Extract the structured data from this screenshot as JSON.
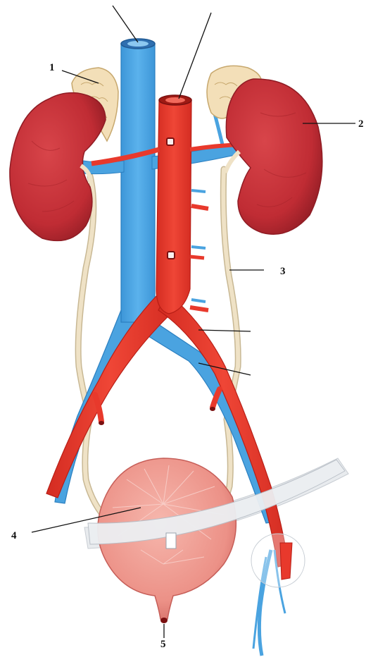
{
  "labels": {
    "l1": "1",
    "l2": "2",
    "l3": "3",
    "l4": "4",
    "l5": "5"
  },
  "colors": {
    "artery": "#e8392c",
    "artery_dark": "#b81e16",
    "vein": "#4aa3e0",
    "vein_dark": "#2b7fc0",
    "kidney": "#c9323a",
    "kidney_dark": "#9e1f28",
    "adrenal": "#f3dfb8",
    "ureter": "#efe2c6",
    "bladder": "#f2a39a",
    "bladder_dark": "#d36d66",
    "peritoneum": "#e9ecef",
    "background": "#ffffff"
  }
}
